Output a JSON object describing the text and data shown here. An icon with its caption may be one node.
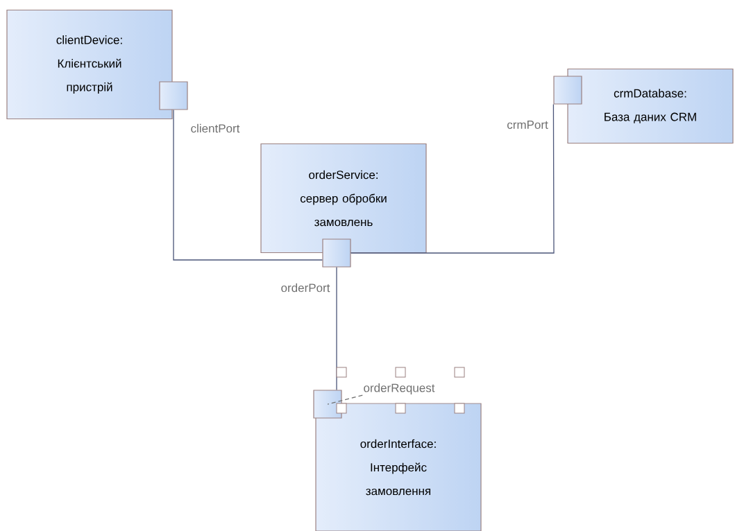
{
  "diagram": {
    "nodes": [
      {
        "text": [
          "clientDevice: Клієнтський пристрій"
        ]
      },
      {
        "text": [],
        "shape": "box",
        "beside": [
          "clientPort"
        ]
      },
      {
        "text": [
          "crmDatabase: База даних CRM"
        ]
      },
      {
        "text": [],
        "shape": "box",
        "beside": [
          "crmPort"
        ]
      },
      {
        "text": [
          "orderService: сервер обробки замовлень"
        ]
      },
      {
        "text": [],
        "shape": "box",
        "beside": [
          "orderPort"
        ]
      },
      {
        "text": [
          "orderInterface: Інтерфейс замовлення"
        ]
      },
      {
        "text": [],
        "shape": "box"
      },
      {
        "text": [
          "orderRequest"
        ]
      }
    ],
    "edges": [
      {
        "from": 1,
        "to": 5,
        "arrow": "none"
      },
      {
        "from": 3,
        "to": 5,
        "arrow": "none"
      },
      {
        "from": 5,
        "to": 7,
        "arrow": "none"
      },
      {
        "from": 8,
        "to": 7,
        "arrow": "none",
        "style": "dashed"
      }
    ]
  }
}
